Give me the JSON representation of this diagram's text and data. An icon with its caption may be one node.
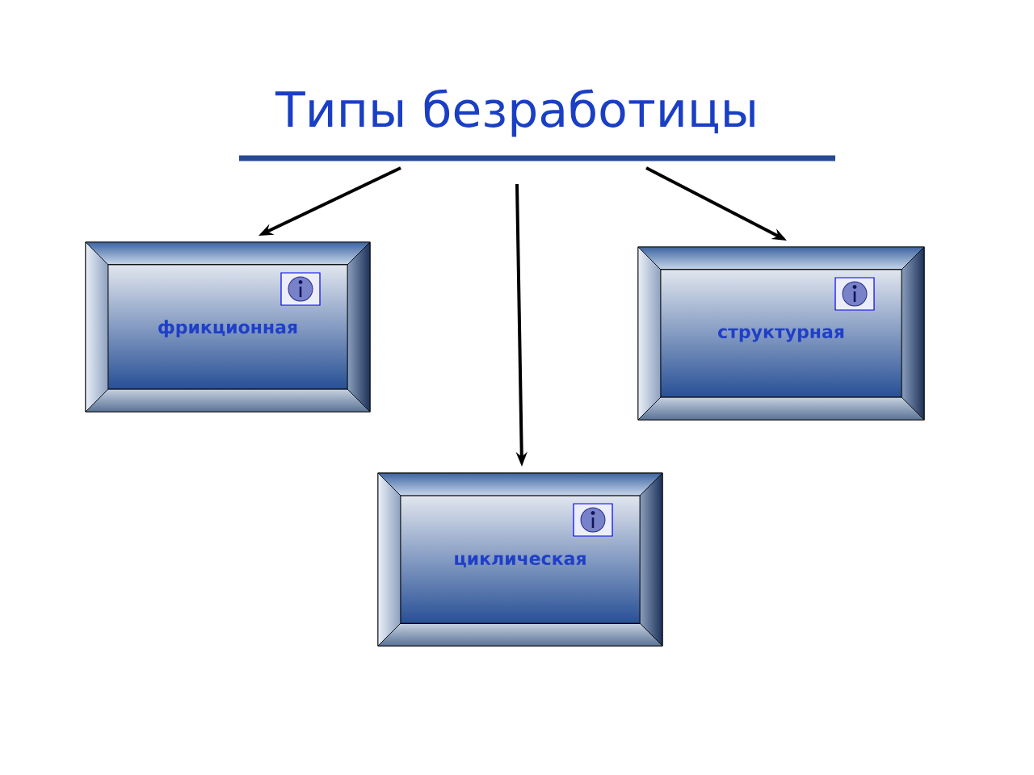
{
  "diagram": {
    "nodes": [
      {
        "text": [
          "Типы безработицы"
        ]
      },
      {
        "text": [
          "фрикционная"
        ]
      },
      {
        "text": [
          "структурная"
        ]
      },
      {
        "text": [
          "циклическая"
        ]
      }
    ],
    "edges": [
      {
        "from": 0,
        "to": 1,
        "arrow": "to"
      },
      {
        "from": 0,
        "to": 2,
        "arrow": "to"
      },
      {
        "from": 0,
        "to": 3,
        "arrow": "to"
      }
    ]
  }
}
